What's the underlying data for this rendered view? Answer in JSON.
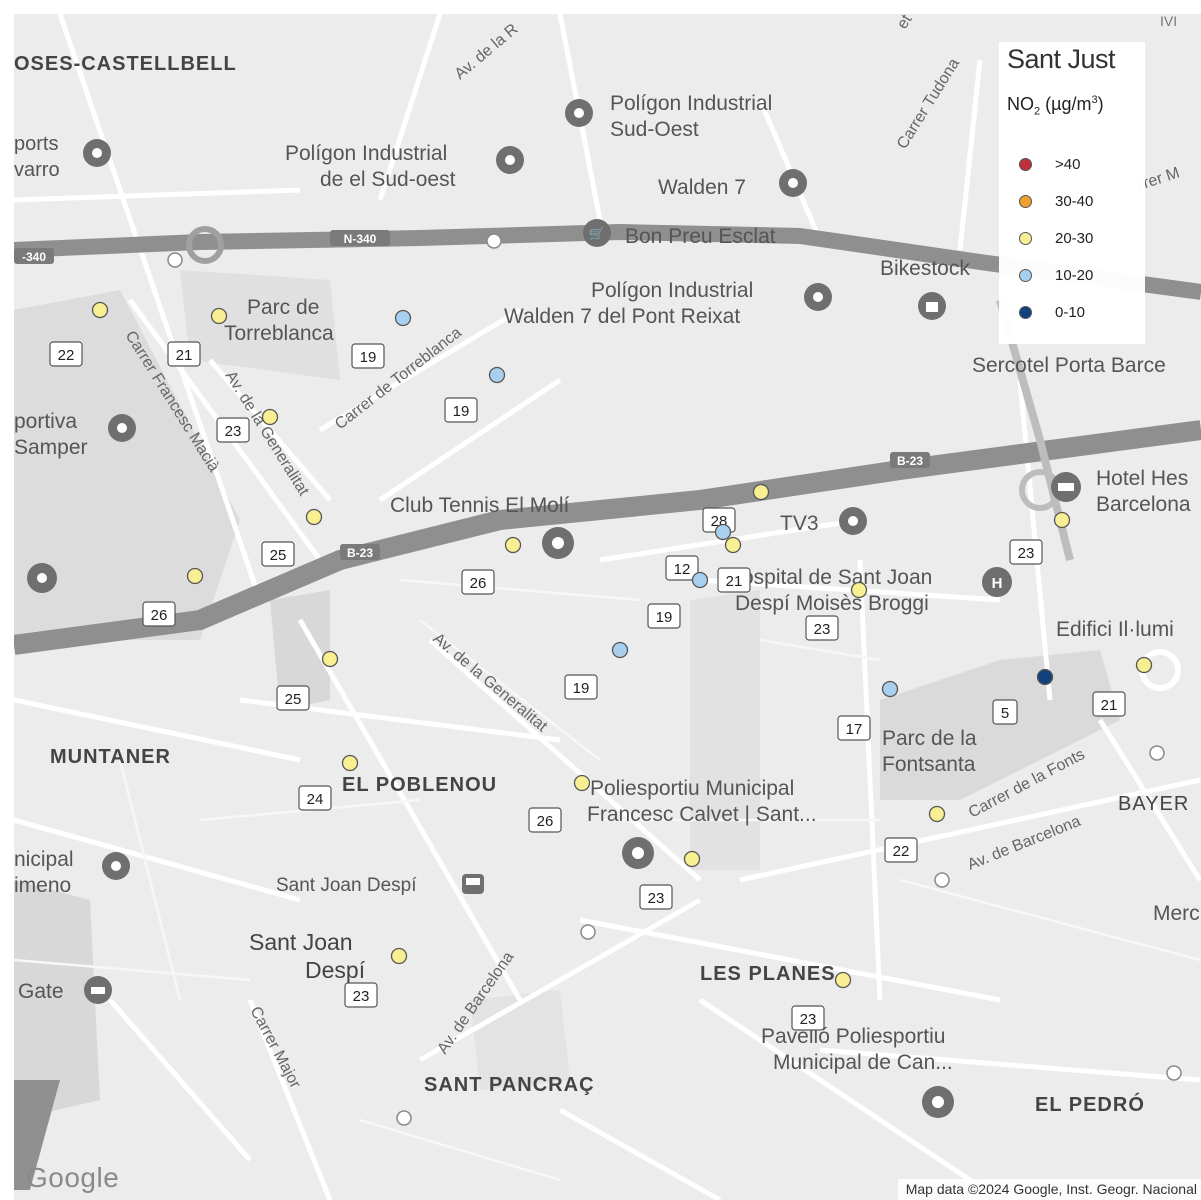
{
  "legend": {
    "title": "Sant Just",
    "unit": {
      "main": "NO",
      "sub": "2",
      "mid": " (µg/m",
      "sup": "3",
      "end": ")"
    },
    "categories": [
      {
        "label": ">40",
        "color": "#c0303a"
      },
      {
        "label": "30-40",
        "color": "#f0a030"
      },
      {
        "label": "20-30",
        "color": "#f7ef92"
      },
      {
        "label": "10-20",
        "color": "#a8d0ee"
      },
      {
        "label": "0-10",
        "color": "#12427e"
      }
    ]
  },
  "attribution": "Map data ©2024 Google, Inst. Geogr. Nacional",
  "logo": "Google",
  "poi_icon": "map-pin-icon",
  "places": {
    "moses": "OSES-CASTELLBELL",
    "ports1": "ports",
    "ports2": "varro",
    "poligon_so_1": "Polígon Industrial",
    "poligon_so_2": "Sud-Oest",
    "poligon_so2_1": "Polígon Industrial",
    "poligon_so2_2": "de el Sud-oest",
    "walden7": "Walden 7",
    "bonpreu": "Bon Preu Esclat",
    "bikestock": "Bikestock",
    "poligon_w_1": "Polígon Industrial",
    "poligon_w_2": "Walden 7 del Pont Reixat",
    "parc_t_1": "Parc de",
    "parc_t_2": "Torreblanca",
    "sercotel": "Sercotel Porta Barce",
    "portiva1": "portiva",
    "portiva2": "Samper",
    "hotel1": "Hotel Hes",
    "hotel2": "Barcelona",
    "club": "Club Tennis El Molí",
    "tv3": "TV3",
    "hospital1": "ospital de Sant Joan",
    "hospital2": "Despí Moisès Broggi",
    "edifici": "Edifici Il·lumi",
    "muntaner": "MUNTANER",
    "poblenou": "EL POBLENOU",
    "poliesp1": "Poliesportiu Municipal",
    "poliesp2": "Francesc Calvet | Sant...",
    "parcf1": "Parc de la",
    "parcf2": "Fontsanta",
    "bayer": "BAYER",
    "municipal1": "nicipal",
    "municipal2": "imeno",
    "sjd_small": "Sant Joan Despí",
    "sjd1": "Sant Joan",
    "sjd2": "Despí",
    "gate": "Gate",
    "planes": "LES PLANES",
    "pavello1": "Pavelló Poliesportiu",
    "pavello2": "Municipal de Can...",
    "merc": "Merc",
    "pancrac": "SANT PANCRAÇ",
    "pedro": "EL PEDRÓ",
    "ivi": "IVI"
  },
  "streets": {
    "n340": "N-340",
    "b23a": "B-23",
    "b23b": "B-23",
    "n340left": "-340",
    "torreblanca": "Carrer de Torreblanca",
    "francesc": "Carrer Francesc Macià",
    "generalitat1": "Av. de la Generalitat",
    "generalitat2": "Av. de la Generalitat",
    "tudona": "Carrer Tudona",
    "fonts": "Carrer de la Fonts",
    "barcelona1": "Av. de Barcelona",
    "barcelona2": "Av. de Barcelona",
    "major": "Carrer Major",
    "avtop": "Av. de la R",
    "carrerM": "rrer M",
    "topet": "et"
  },
  "station_values": [
    {
      "label": "22"
    },
    {
      "label": "21"
    },
    {
      "label": "19"
    },
    {
      "label": "19"
    },
    {
      "label": "23"
    },
    {
      "label": "25"
    },
    {
      "label": "26"
    },
    {
      "label": "26"
    },
    {
      "label": "28"
    },
    {
      "label": "12"
    },
    {
      "label": "21"
    },
    {
      "label": "19"
    },
    {
      "label": "19"
    },
    {
      "label": "23"
    },
    {
      "label": "23"
    },
    {
      "label": "25"
    },
    {
      "label": "24"
    },
    {
      "label": "26"
    },
    {
      "label": "17"
    },
    {
      "label": "5"
    },
    {
      "label": "21"
    },
    {
      "label": "22"
    },
    {
      "label": "23"
    },
    {
      "label": "23"
    },
    {
      "label": "23"
    }
  ],
  "points": [
    {
      "category": "20-30"
    },
    {
      "category": "20-30"
    },
    {
      "category": "10-20"
    },
    {
      "category": "10-20"
    },
    {
      "category": "20-30"
    },
    {
      "category": "20-30"
    },
    {
      "category": "20-30"
    },
    {
      "category": "20-30"
    },
    {
      "category": "20-30"
    },
    {
      "category": "10-20"
    },
    {
      "category": "20-30"
    },
    {
      "category": "10-20"
    },
    {
      "category": "20-30"
    },
    {
      "category": "10-20"
    },
    {
      "category": "20-30"
    },
    {
      "category": "20-30"
    },
    {
      "category": "10-20"
    },
    {
      "category": "0-10"
    },
    {
      "category": "20-30"
    },
    {
      "category": "20-30"
    },
    {
      "category": "20-30"
    },
    {
      "category": "20-30"
    },
    {
      "category": "20-30"
    },
    {
      "category": "20-30"
    },
    {
      "category": "20-30"
    }
  ]
}
